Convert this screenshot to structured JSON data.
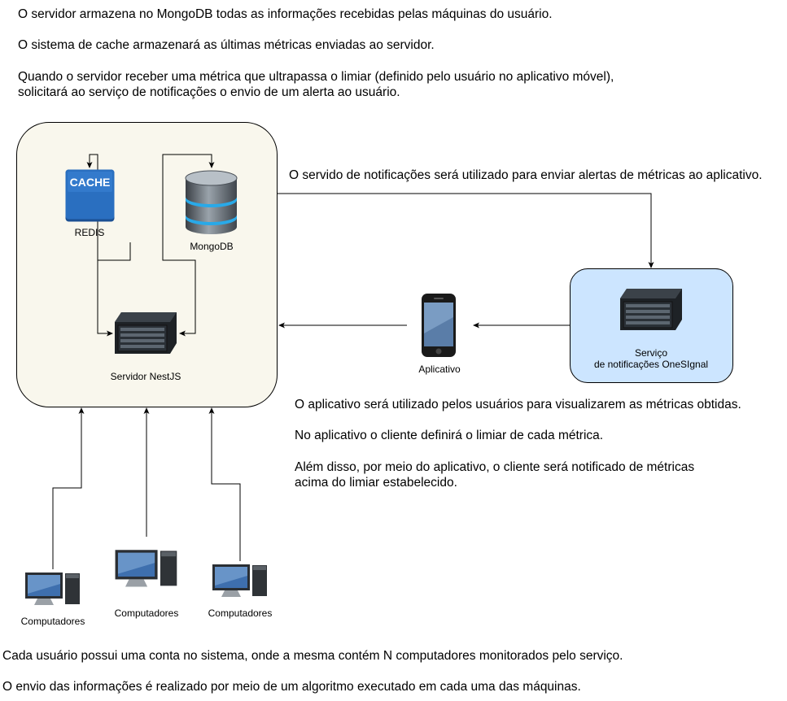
{
  "colors": {
    "server_box_fill": "#f9f7ed",
    "notification_box_fill": "#cce5ff",
    "cache_icon": "#2a6fc0",
    "line": "#000000"
  },
  "notes": {
    "top_1": "O servidor armazena no MongoDB todas as informações recebidas pelas máquinas do usuário.",
    "top_2": "O sistema de cache armazenará as últimas métricas enviadas ao servidor.",
    "top_3a": "Quando o servidor receber uma métrica que ultrapassa o limiar (definido pelo usuário no aplicativo móvel),",
    "top_3b": "solicitará ao serviço de notificações o envio de um alerta ao usuário.",
    "notification_note": "O servido de notificações será utilizado para enviar alertas de métricas ao aplicativo.",
    "app_1": "O aplicativo será utilizado pelos usuários para visualizarem as métricas obtidas.",
    "app_2": "No aplicativo o cliente definirá o limiar de cada métrica.",
    "app_3a": "Além disso, por meio do aplicativo, o cliente será notificado de métricas",
    "app_3b": "acima do limiar estabelecido.",
    "bottom_1": "Cada usuário possui uma conta no sistema, onde a mesma contém N computadores monitorados pelo serviço.",
    "bottom_2": "O envio das informações é realizado por meio de um algoritmo executado em cada uma das máquinas."
  },
  "nodes": {
    "cache_icon_text": "CACHE",
    "redis": "REDIS",
    "mongodb": "MongoDB",
    "server": "Servidor NestJS",
    "app": "Aplicativo",
    "notification_line1": "Serviço",
    "notification_line2": "de notificações OneSIgnal",
    "computer_1": "Computadores",
    "computer_2": "Computadores",
    "computer_3": "Computadores"
  }
}
